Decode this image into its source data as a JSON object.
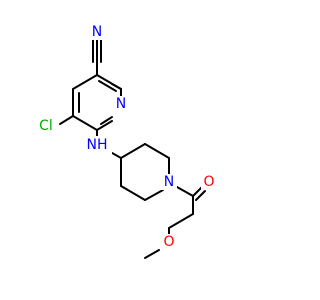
{
  "atoms": {
    "nitrile_n": {
      "text": "N",
      "color": "#0000ff"
    },
    "pyridine_n": {
      "text": "N",
      "color": "#0000ff"
    },
    "chlorine": {
      "text": "Cl",
      "color": "#00b000"
    },
    "amine_nh": {
      "text": "NH",
      "color": "#0000ff"
    },
    "piperidine_n": {
      "text": "N",
      "color": "#0000ff"
    },
    "carbonyl_o": {
      "text": "O",
      "color": "#ff0000"
    },
    "ether_o": {
      "text": "O",
      "color": "#ff0000"
    }
  },
  "colors": {
    "bond": "#000000",
    "background": "#ffffff"
  }
}
